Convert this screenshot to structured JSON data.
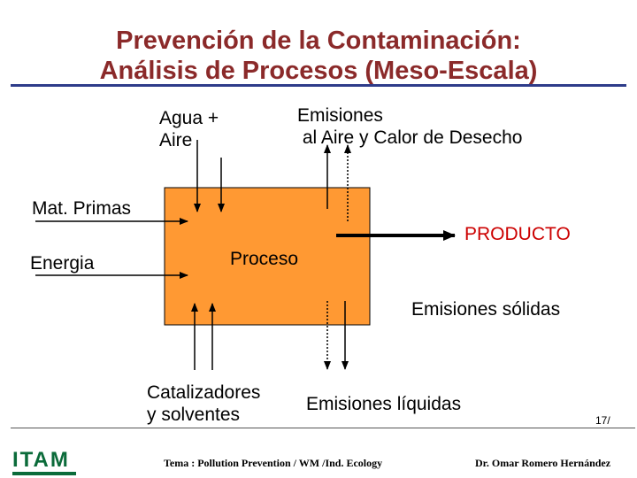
{
  "slide": {
    "title_line1": "Prevención de la Contaminación:",
    "title_line2": "Análisis de Procesos (Meso-Escala)"
  },
  "diagram": {
    "process_label": "Proceso",
    "inputs": {
      "water_air": "Agua +\nAire",
      "raw_materials": "Mat. Primas",
      "energy": "Energia",
      "catalysts": "Catalizadores\ny solventes"
    },
    "outputs": {
      "air_emissions": "Emisiones\n al Aire y Calor de Desecho",
      "product": "PRODUCTO",
      "solid_emissions": "Emisiones sólidas",
      "liquid_emissions": "Emisiones líquidas"
    }
  },
  "colors": {
    "process_box": "#ff9933",
    "title": "#8b2a2a",
    "rule": "#2e3c8a",
    "product_label": "#cc0000",
    "logo": "#0b6b3a"
  },
  "footer": {
    "page_number": "17/",
    "topic": "Tema : Pollution Prevention / WM /Ind. Ecology",
    "author": "Dr. Omar Romero Hernández",
    "logo_text": "ITAM"
  }
}
